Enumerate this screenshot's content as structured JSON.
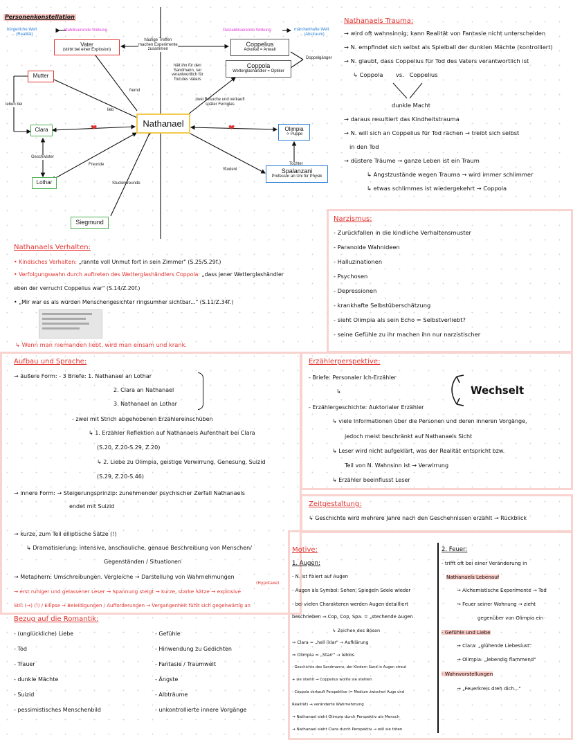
{
  "colors": {
    "accent_red": "#e0322e",
    "highlight": "#f9c9c4",
    "panel_border": "#f8d3cf",
    "blue": "#2c7fd6",
    "magenta": "#e03ad6"
  },
  "diagram": {
    "title": "Personenkonstellation",
    "nodes": {
      "vater": {
        "title": "Vater",
        "sub": "(stirbt bei einer Explosion)"
      },
      "coppelius": {
        "title": "Coppelius",
        "sub": "Advokat = Anwalt"
      },
      "coppola": {
        "title": "Coppola",
        "sub": "Wetterglashändler = Optiker"
      },
      "mutter": {
        "title": "Mutter"
      },
      "clara": {
        "title": "Clara"
      },
      "lothar": {
        "title": "Lothar"
      },
      "nathanael": {
        "title": "Nathanael"
      },
      "olimpia": {
        "title": "Olimpia",
        "sub": "-> Puppe"
      },
      "spalanzani": {
        "title": "Spalanzani",
        "sub": "Professor an Uni für Physik"
      },
      "siegmund": {
        "title": "Siegmund"
      }
    },
    "labels": {
      "buergerliche": "bürgerliche Welt\n→ (Realität)",
      "stabilisierend": "Stabilisierende Wirkung",
      "destabilisierend": "Destabilisierende Wirkung",
      "maerchenhaft": "märchenhafte Welt\n→ (Abstraum)",
      "treffen": "häufige Treffen\nmachen Experimente\nzusammen",
      "haelt": "hält ihn für den\nSandmann, sei\nverantwortlich für\nTod des Vaters",
      "doppelgaenger": "Doppelgänger",
      "fremd": "fremd",
      "lieb": "lieb",
      "leben_bei": "leben bei",
      "besuche": "zwei Besuche und verkauft\nspäter Fernglas",
      "geschwister": "Geschwister",
      "freunde": "Freunde",
      "studienfreunde": "Studienfreunde",
      "student": "Student",
      "tochter": "Tochter"
    }
  },
  "trauma": {
    "heading": "Nathanaels Trauma:",
    "lines": [
      "→ wird oft wahnsinnig; kann Realität von Fantasie nicht unterscheiden",
      "→ N. empfindet sich selbst als Spielball der dunklen Mächte (kontrolliert)",
      "→ N. glaubt, dass Coppelius für Tod des Vaters verantwortlich ist",
      "↳ Coppola       vs.   Coppelius",
      "dunkle Macht",
      "→ daraus resultiert das Kindheitstrauma",
      "→ N. will sich an Coppelius für Tod rächen → treibt sich selbst",
      "in den Tod",
      "→ düstere Träume → ganze Leben ist ein Traum",
      "↳ Angstzustände wegen Trauma → wird immer schlimmer",
      "↳ etwas schlimmes ist wiedergekehrt → Coppola"
    ]
  },
  "narzissmus": {
    "heading": "Narzismus:",
    "lines": [
      "- Zurückfallen in die kindliche Verhaltensmuster",
      "- Paranoide Wahnideen",
      "- Halluzinationen",
      "- Psychosen",
      "- Depressionen",
      "- krankhafte Selbstüberschätzung",
      "- sieht Olimpia als sein Echo = Selbstverliebt?",
      "- seine Gefühle zu ihr machen ihn nur narzistischer"
    ]
  },
  "verhalten": {
    "heading": "Nathanaels Verhalten:",
    "line1_red": "• Kindisches Verhalten:",
    "line1_rest": "„rannte voll Unmut fort in sein Zimmer\" (S.25/S.29f.)",
    "line2_red": "• Verfolgungswahn durch auftreten des Wetterglashändlers Coppola:",
    "line2_rest": "„dass jener Wetterglashändler",
    "line3": "eben der verrucht Coppelius war\" (S.14/Z.20f.)",
    "line4": "• „Mir war es als würden Menschengesichter ringsumher sichtbar...\" (S.11/Z.34f.)",
    "conclusion": "↳ Wenn man niemanden liebt, wird man einsam und krank."
  },
  "aufbau": {
    "heading": "Aufbau und Sprache:",
    "l1": "→ äußere Form: - 3 Briefe: 1. Nathanael an Lothar",
    "l2": "2. Clara an Nathanael",
    "l3": "3. Nathanael an Lothar",
    "l4": "- zwei mit Strich abgehobenen Erzählereinschüben",
    "l5": "↳ 1. Erzähler Reflektion auf Nathanaels Aufenthalt bei Clara",
    "l6": "(S.20, Z.20-S.29, Z.20)",
    "l7": "↳ 2. Liebe zu Olimpia, geistige Verwirrung, Genesung, Suizid",
    "l8": "(S.29, Z.20-S.46)",
    "l9": "→ innere Form: → Steigerungsprinzip: zunehmender psychischer Zerfall Nathanaels",
    "l10": "endet mit Suizid",
    "l11": "→ kurze, zum Teil elliptische Sätze (!)",
    "l12": "↳ Dramatisierung: intensive, anschauliche, genaue Beschreibung von Menschen/",
    "l13": "Gegenständen / Situationen",
    "l14": "→ Metaphern: Umschreibungen. Vergleiche → Darstellung von Wahrnehmungen",
    "l15": "→ erst ruhiger und gelassener Leser → Spannung steigt → kurze, starke Sätze → explosive",
    "l16": "Stil: (→) (!) / Ellipse → Beleidigungen / Aufforderungen → Vergangenheit fühlt sich gegenwärtig an",
    "hypotaxe": "(Hypotaxe)"
  },
  "erzaehler": {
    "heading": "Erzählerperspektive:",
    "l1": "- Briefe: Personaler Ich-Erzähler",
    "wechselt": "Wechselt",
    "l2": "- Erzählergeschichte: Auktorialer Erzähler",
    "l3": "↳ viele Informationen über die Personen und deren inneren Vorgänge,",
    "l4": "jedoch meist beschränkt auf Nathanaels Sicht",
    "l5": "↳ Leser wird nicht aufgeklärt, was der Realität entspricht bzw.",
    "l6": "Teil von N. Wahnsinn ist → Verwirrung",
    "l7": "↳ Erzähler beeinflusst Leser"
  },
  "zeit": {
    "heading": "Zeitgestaltung:",
    "l1": "↳ Geschichte wird mehrere Jahre nach den Geschehnissen erzählt → Rückblick"
  },
  "romantik": {
    "heading": "Bezug auf die Romantik:",
    "left": [
      "- (unglückliche) Liebe",
      "- Tod",
      "- Trauer",
      "- dunkle Mächte",
      "- Suizid",
      "- pessimistisches Menschenbild"
    ],
    "right": [
      "- Gefühle",
      "- Hinwendung zu Gedichten",
      "- Fantasie / Traumwelt",
      "- Ängste",
      "- Albträume",
      "- unkontrollierte innere Vorgänge"
    ]
  },
  "motive": {
    "heading": "Motive:",
    "sub": "1. Augen:",
    "lines": [
      "- N. ist fixiert auf Augen",
      "- Augen als Symbol: Sehen; Spiegeln Seele wieder",
      "- bei vielen Charakteren werden Augen detailliert",
      "beschrieben ⇒ Cop, Cop, Spa. = „stechende Augen",
      "↳ Zeichen des Bösen",
      "⇒ Clara = „hell (klar\" → Aufklärung",
      "⇒ Olimpia = „Starr\" → leblos",
      "- Geschichte des Sandmanns, der Kindern Sand in Augen streut",
      "+ sie stiehlt → Coppelius wollte sie stehlen",
      "- Coppola verkauft Perspektive (= Medium zwischen Auge und",
      "Realität) → veränderte Wahrnehmung",
      "→ Nathanael sieht Olimpia durch Perspektiv als Mensch",
      "→ Nathanael sieht Clara durch Perspektiv → will sie töten"
    ]
  },
  "feuer": {
    "heading": "2. Feuer:",
    "lines": [
      "- trifft oft bei einer Veränderung in",
      "Nathanaels Lebenauf",
      "→ Alchemistische Experimente → Tod",
      "→ Feuer seiner Wohnung → zieht",
      "gegenüber von Olimpia ein",
      "- Gefühle und Liebe",
      "→ Clara: „glühende Liebeslust\"",
      "→ Olimpia: „lebendig flammend\"",
      "- Wahnvorstellungen",
      "→ „Feuerkreis dreh dich...\""
    ]
  }
}
